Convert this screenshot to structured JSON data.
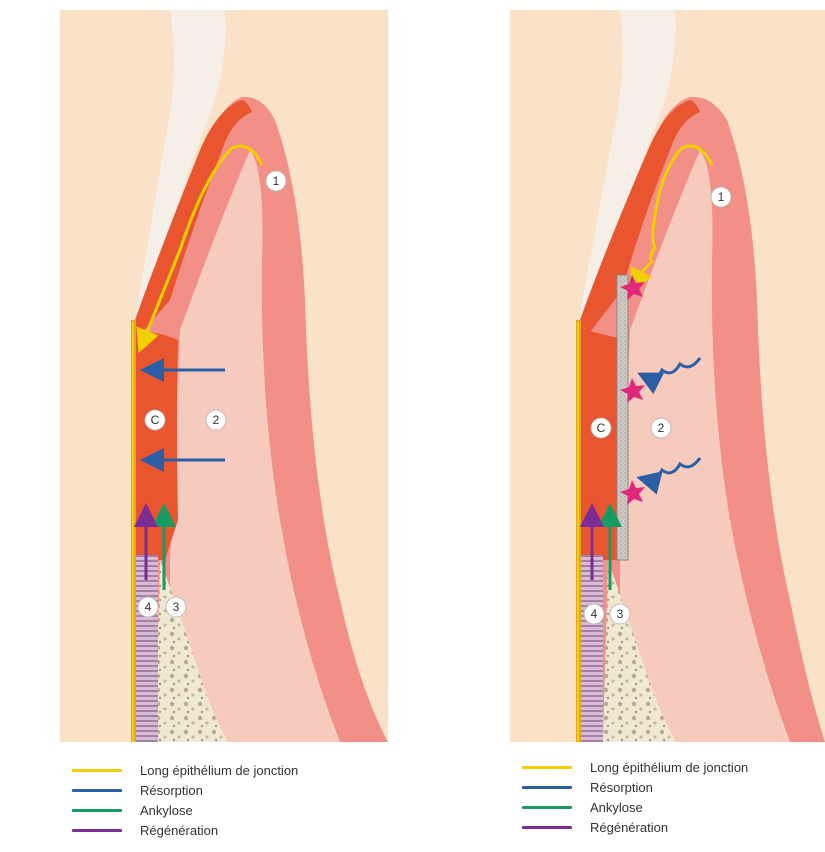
{
  "colors": {
    "junctional_epithelium": "#f2d000",
    "resorption": "#2a5fa5",
    "ankylosis": "#169c62",
    "regeneration": "#7b2c95",
    "dentin_bg": "#f9e2c8",
    "enamel": "#f5efe7",
    "gingiva": "#f28f86",
    "gingiva_inner": "#f7cabe",
    "tissue": "#e8552f",
    "bone": "#efe9d4",
    "ligament": "#bfa0c0",
    "membrane": "#c8c3c0",
    "star": "#e0287a"
  },
  "icons": [
    "yellow-arrow-icon",
    "blue-arrow-icon",
    "green-arrow-icon",
    "purple-arrow-icon",
    "star-icon",
    "wavy-arrow-icon"
  ],
  "panels": [
    {
      "markers": {
        "one": "1",
        "two": "2",
        "c": "C",
        "three": "3",
        "four": "4"
      },
      "legend": [
        {
          "label": "Long épithélium de jonction",
          "key": "junctional_epithelium"
        },
        {
          "label": "Résorption",
          "key": "resorption"
        },
        {
          "label": "Ankylose",
          "key": "ankylosis"
        },
        {
          "label": "Régénération",
          "key": "regeneration"
        }
      ]
    },
    {
      "markers": {
        "one": "1",
        "two": "2",
        "c": "C",
        "three": "3",
        "four": "4"
      },
      "legend": [
        {
          "label": "Long épithélium de jonction",
          "key": "junctional_epithelium"
        },
        {
          "label": "Résorption",
          "key": "resorption"
        },
        {
          "label": "Ankylose",
          "key": "ankylosis"
        },
        {
          "label": "Régénération",
          "key": "regeneration"
        }
      ]
    }
  ]
}
